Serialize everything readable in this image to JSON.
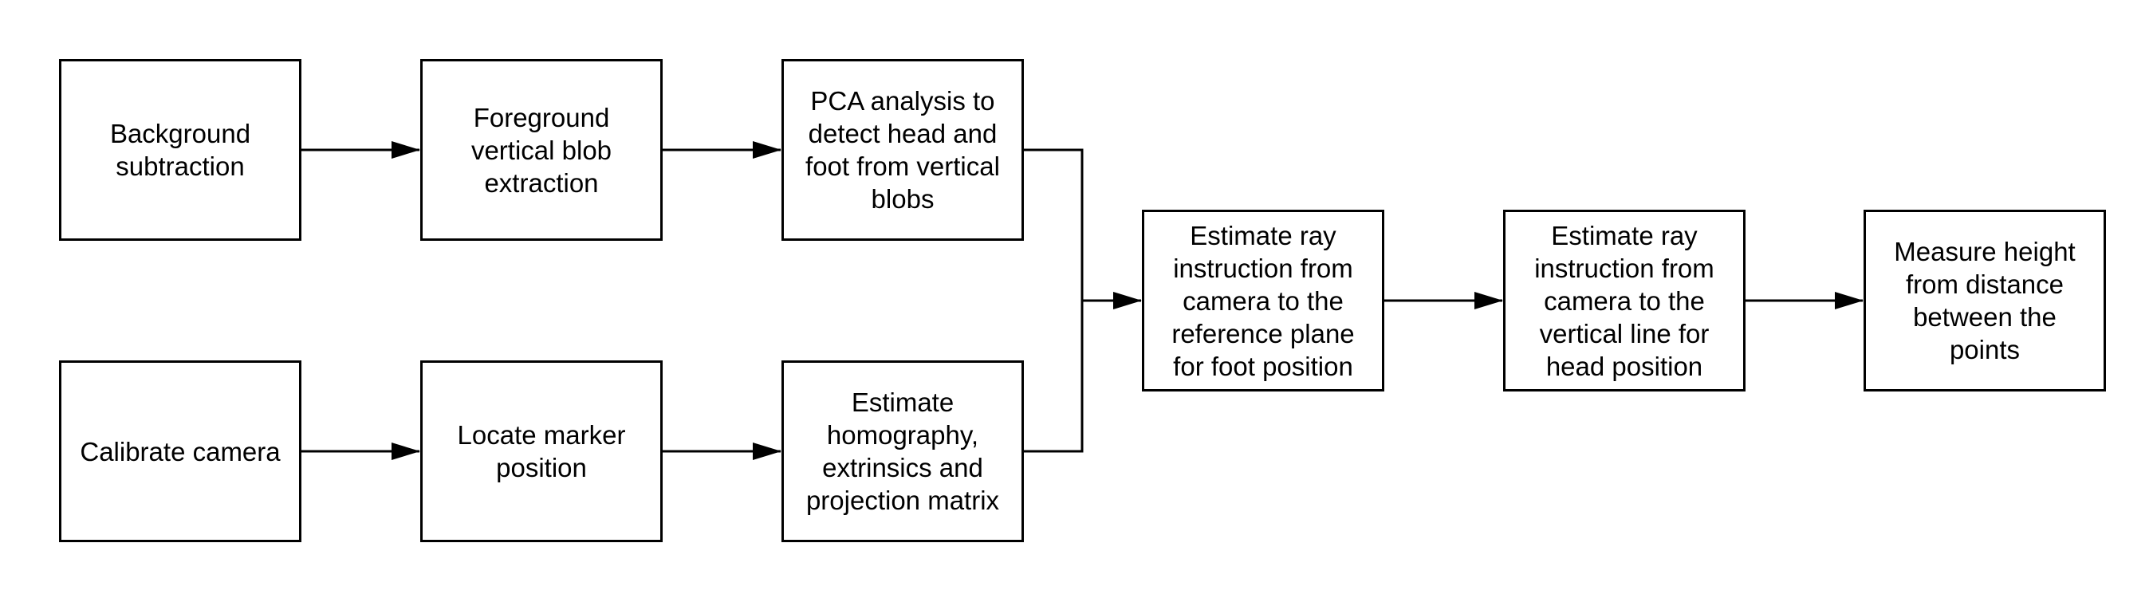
{
  "diagram": {
    "type": "flowchart",
    "boxes": {
      "background_subtraction": "Background\nsubtraction",
      "foreground_extraction": "Foreground\nvertical blob\nextraction",
      "pca_analysis": "PCA analysis to\ndetect head and\nfoot from vertical\nblobs",
      "calibrate_camera": "Calibrate camera",
      "locate_marker": "Locate marker\nposition",
      "estimate_homography": "Estimate\nhomography,\nextrinsics and\nprojection matrix",
      "estimate_ray_foot": "Estimate ray\ninstruction from\ncamera to the\nreference plane\nfor foot position",
      "estimate_ray_head": "Estimate ray\ninstruction from\ncamera to the\nvertical line for\nhead position",
      "measure_height": "Measure height\nfrom distance\nbetween the\npoints"
    },
    "connections": [
      {
        "from": "background_subtraction",
        "to": "foreground_extraction"
      },
      {
        "from": "foreground_extraction",
        "to": "pca_analysis"
      },
      {
        "from": "calibrate_camera",
        "to": "locate_marker"
      },
      {
        "from": "locate_marker",
        "to": "estimate_homography"
      },
      {
        "from": "pca_analysis",
        "to": "estimate_ray_foot"
      },
      {
        "from": "estimate_homography",
        "to": "estimate_ray_foot"
      },
      {
        "from": "estimate_ray_foot",
        "to": "estimate_ray_head"
      },
      {
        "from": "estimate_ray_head",
        "to": "measure_height"
      }
    ],
    "colors": {
      "stroke": "#000000",
      "fill": "#ffffff",
      "text": "#000000"
    }
  }
}
